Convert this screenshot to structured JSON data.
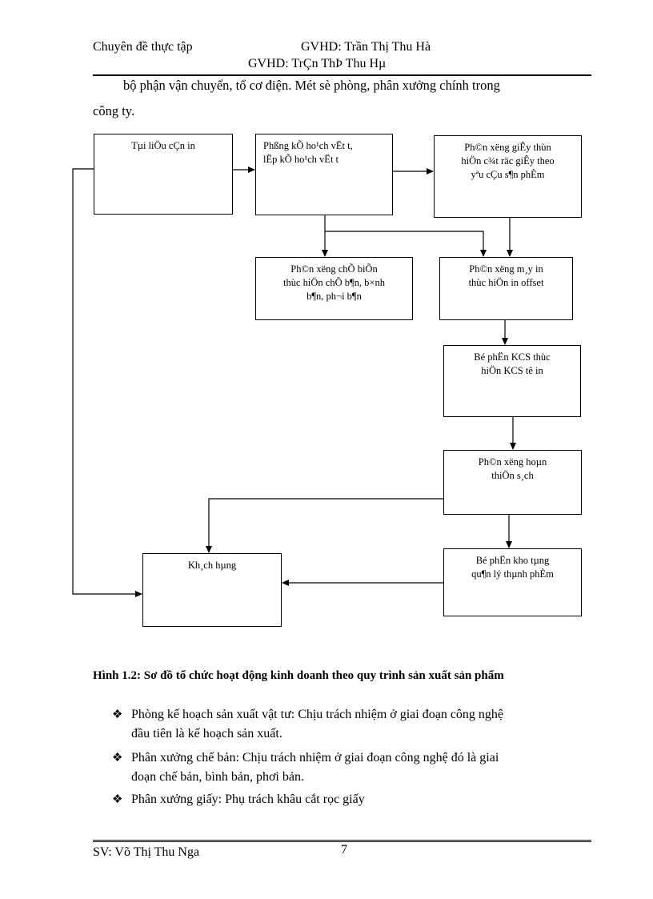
{
  "header": {
    "left": "Chuyên đề thực tập",
    "right": "GVHD: Trần Thị Thu Hà",
    "garbled": "GVHD: TrÇn ThÞ Thu Hµ"
  },
  "intro": {
    "line1": "bộ phận vận chuyển, tổ cơ điện. Mét sè phòng, phân xưởng chính trong",
    "line2": "công ty."
  },
  "diagram": {
    "box_tai_lieu": "Tµi liÖu cÇn in",
    "box_ke_hoach": "Phßng kÕ ho¹ch vËt t,\nlËp kÕ ho¹ch vËt t",
    "box_giay": "Ph©n x­ëng giÊy thùn\nhiÖn c¾t räc giÊy theo\nyªu cÇu s¶n phÈm",
    "box_che_ban": "Ph©n x­ëng chÕ biÕn\nthùc hiÖn chÕ b¶n, b×nh\nb¶n, ph¬i b¶n",
    "box_may_in": "Ph©n x­ëng m¸y in\nthùc hiÖn in offset",
    "box_kcs": "Bé phËn KCS thùc\nhiÖn KCS tê in",
    "box_hoan_thien": "Ph©n x­ëng hoµn\nthiÖn s¸ch",
    "box_kho": "Bé phËn kho tµng\nqu¶n lý thµnh phÈm",
    "box_khach_hang": "Kh¸ch hµng"
  },
  "caption": "Hình 1.2: Sơ đồ tổ chức hoạt động kinh doanh theo quy trình sản xuất sản phẩm",
  "bullets": [
    {
      "line1": "Phòng kế hoạch sản xuất vật tư: Chịu trách nhiệm ở giai  đoạn công nghệ",
      "line2": "đầu tiên là kế hoạch sản xuất."
    },
    {
      "line1": "Phân xưởng chế bản: Chịu trách nhiệm ở giai  đoạn công nghệ đó là giai",
      "line2": "đoạn chế bản, bình bản, phơi bản."
    },
    {
      "line1": "Phân xưởng giấy:  Phụ trách khâu cắt rọc giấy",
      "line2": ""
    }
  ],
  "bullet_symbol": "❖",
  "footer": {
    "student": "SV: Võ Thị Thu Nga",
    "page_number": "7"
  }
}
